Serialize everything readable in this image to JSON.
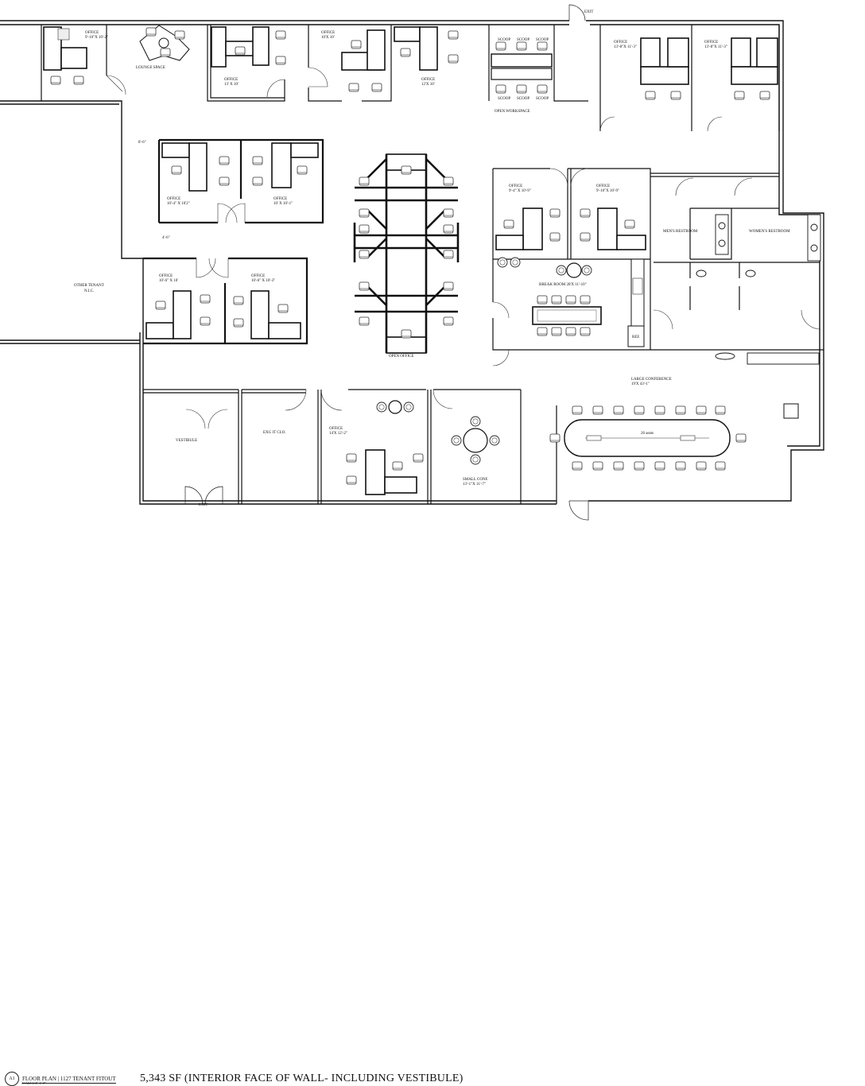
{
  "labels": {
    "exit_top": "EXIT",
    "exit_bottom": "EXIT",
    "office_1": "OFFICE",
    "office_1_dim": "9'-10\"X 10'-2\"",
    "lounge": "LOUNGE SPACE",
    "office_2": "OFFICE",
    "office_2_dim": "13' X 10'",
    "office_3": "OFFICE",
    "office_3_dim": "10'X 10'",
    "office_4": "OFFICE",
    "office_4_dim": "12'X 10'",
    "scoop": "SCOOP",
    "open_workspace": "OPEN WORKSPACE",
    "office_5": "OFFICE",
    "office_5_dim": "13'-8\"X 11'-3\"",
    "office_6": "OFFICE",
    "office_6_dim": "13'-8\"X 11'-3\"",
    "office_7": "OFFICE",
    "office_7_dim": "10'-4\" X 10'2\"",
    "office_8": "OFFICE",
    "office_8_dim": "10' X 10'-1\"",
    "office_9": "OFFICE",
    "office_9_dim": "9'-4\" X 10'-9\"",
    "office_10": "OFFICE",
    "office_10_dim": "9'-10\"X 10'-9\"",
    "mens": "MEN'S RESTROOM",
    "womens": "WOMEN'S RESTROOM",
    "other_tenant": "OTHER TENANT",
    "nic": "N.I.C.",
    "office_11": "OFFICE",
    "office_11_dim": "10'-6\" X 10'",
    "office_12": "OFFICE",
    "office_12_dim": "10'-6\" X 10'-3\"",
    "break_room": "BREAK ROOM 28'X 11'-10\"",
    "ref": "REF.",
    "open_office": "OPEN OFFICE",
    "large_conf": "LARGE CONFERENCE",
    "large_conf_dim": "19'X 43'-1\"",
    "vestibule": "VESTIBULE",
    "it_closet": "EXG IT CLO.",
    "office_13": "OFFICE",
    "office_13_dim": "14'X 12'-2\"",
    "small_conf": "SMALL CONF.",
    "small_conf_dim": "13'-1\"X 11'-7\"",
    "seats": "26 seats",
    "dim_a": "8'-6\"",
    "dim_b": "4'-6\""
  },
  "title_block": {
    "number": "A1",
    "name": "FLOOR PLAN | 1127 TENANT FITOUT",
    "scale": "SCALE 1/4\"=1'-0\""
  },
  "area_note": "5,343 SF (INTERIOR FACE OF WALL- INCLUDING VESTIBULE)"
}
